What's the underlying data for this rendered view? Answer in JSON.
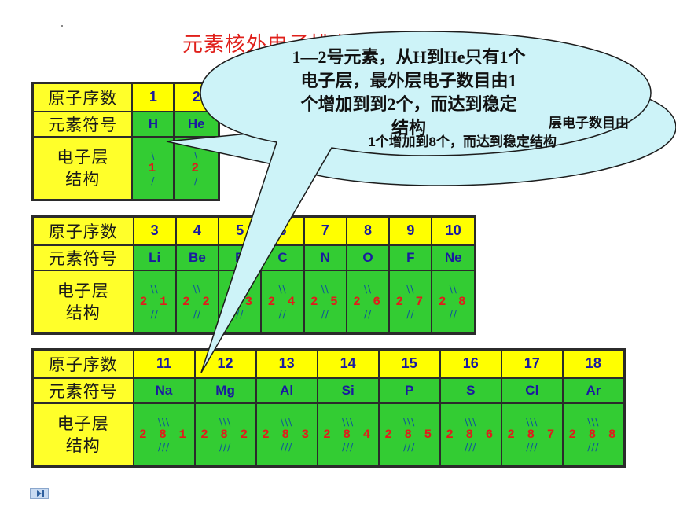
{
  "title": "元素核外电子排布",
  "labels": {
    "atomic_number": "原子序数",
    "symbol": "元素符号",
    "config_line1": "电子层",
    "config_line2": "结构"
  },
  "arc_glyph": "\\",
  "arc_glyph_bottom": "/",
  "tables": [
    {
      "elements": [
        {
          "n": "1",
          "sym": "H",
          "cfg": "1"
        },
        {
          "n": "2",
          "sym": "He",
          "cfg": "2"
        }
      ]
    },
    {
      "elements": [
        {
          "n": "3",
          "sym": "Li",
          "cfg": "2 1"
        },
        {
          "n": "4",
          "sym": "Be",
          "cfg": "2 2"
        },
        {
          "n": "5",
          "sym": "B",
          "cfg": "2 3"
        },
        {
          "n": "6",
          "sym": "C",
          "cfg": "2 4"
        },
        {
          "n": "7",
          "sym": "N",
          "cfg": "2 5"
        },
        {
          "n": "8",
          "sym": "O",
          "cfg": "2 6"
        },
        {
          "n": "9",
          "sym": "F",
          "cfg": "2 7"
        },
        {
          "n": "10",
          "sym": "Ne",
          "cfg": "2 8"
        }
      ]
    },
    {
      "elements": [
        {
          "n": "11",
          "sym": "Na",
          "cfg": "2 8 1"
        },
        {
          "n": "12",
          "sym": "Mg",
          "cfg": "2 8 2"
        },
        {
          "n": "13",
          "sym": "Al",
          "cfg": "2 8 3"
        },
        {
          "n": "14",
          "sym": "Si",
          "cfg": "2 8 4"
        },
        {
          "n": "15",
          "sym": "P",
          "cfg": "2 8 5"
        },
        {
          "n": "16",
          "sym": "S",
          "cfg": "2 8 6"
        },
        {
          "n": "17",
          "sym": "Cl",
          "cfg": "2 8 7"
        },
        {
          "n": "18",
          "sym": "Ar",
          "cfg": "2 8 8"
        }
      ]
    }
  ],
  "callout_front": {
    "line1": "1—2号元素，从H到He只有1个",
    "line2": "电子层，最外层电子数目由1",
    "line3": "个增加到到2个，而达到稳定",
    "line4": "结构"
  },
  "callout_back": {
    "line1": "层电子数目由",
    "line2": "1个增加到8个，而达到稳定结构"
  },
  "colors": {
    "label_bg": "#ffff2a",
    "number_bg": "#ffff00",
    "cell_green": "#33cc33",
    "title_red": "#e0201b",
    "bubble_fill": "#cdf3f8"
  },
  "nav_icon": "play-next-icon"
}
